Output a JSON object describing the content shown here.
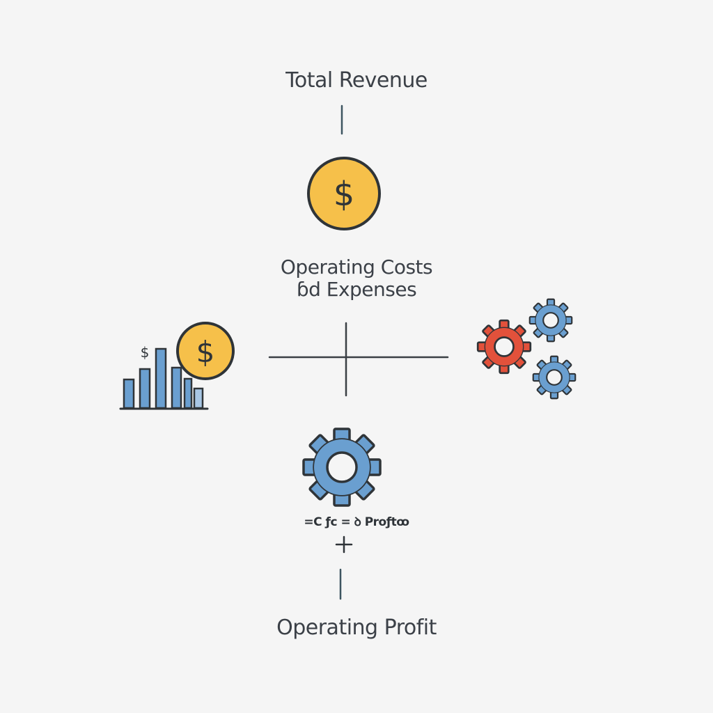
{
  "diagram": {
    "top_label": "Total Revenue",
    "middle_label_line1": "Operating Costs",
    "middle_label_line2": "ɓd Expenses",
    "formula_text": "=C ƒc  = ꝺ Proƒtꝏ",
    "plus_sign": "+",
    "bottom_label": "Operating Profit",
    "chart_coin_symbol": "$",
    "chart_small_symbol": "$",
    "top_coin_symbol": "$"
  },
  "colors": {
    "background": "#f5f5f5",
    "coin_fill": "#f6c04a",
    "outline": "#2f3438",
    "gear_blue": "#6a9fd0",
    "gear_red": "#e2513b",
    "connector": "#3d5560",
    "cross": "#3a3f44"
  },
  "icons": [
    "dollar-coin-icon",
    "bar-chart-coin-icon",
    "gears-icon",
    "gear-icon"
  ]
}
